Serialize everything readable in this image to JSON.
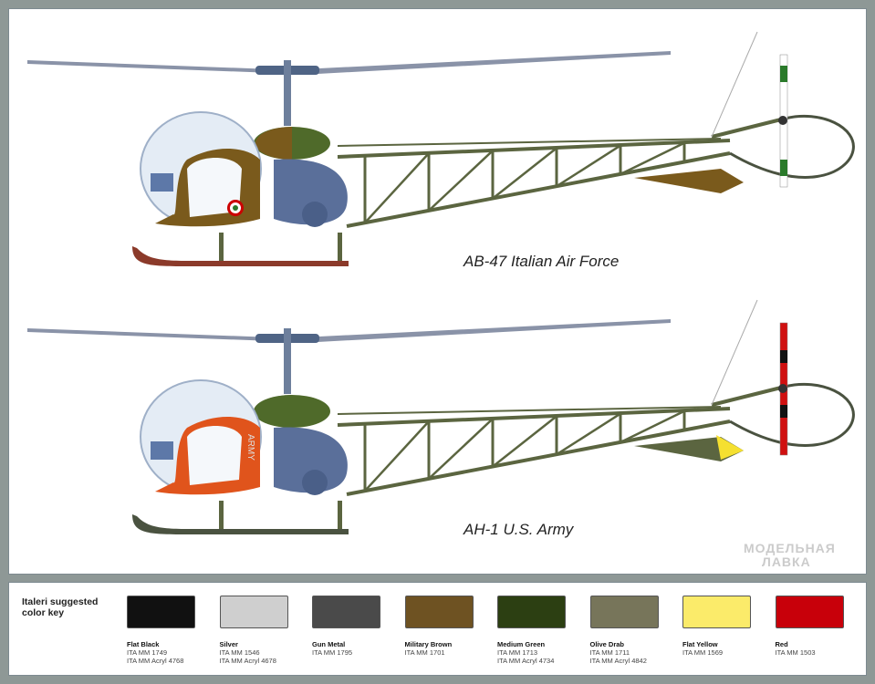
{
  "helicopters": [
    {
      "caption": "AB-47 Italian Air Force",
      "body": "#7a5a1c",
      "boom": "#5b6540",
      "tank_front": "#7a5a1c",
      "tank_rear": "#4f6a2a",
      "roundel": true
    },
    {
      "caption": "AH-1 U.S. Army",
      "body": "#e0541c",
      "boom": "#5b6540",
      "tank_front": "#4f6a2a",
      "tank_rear": "#4f6a2a",
      "roundel": false,
      "door_text": "ARMY"
    }
  ],
  "color_key": {
    "title": "Italeri suggested color key",
    "colors": [
      {
        "name": "Flat Black",
        "hex": "#111111",
        "codes": [
          "ITA MM 1749",
          "ITA MM Acryl 4768"
        ]
      },
      {
        "name": "Silver",
        "hex": "#cfcfcf",
        "codes": [
          "ITA MM 1546",
          "ITA MM Acryl 4678"
        ]
      },
      {
        "name": "Gun Metal",
        "hex": "#4a4a4a",
        "codes": [
          "ITA MM 1795"
        ]
      },
      {
        "name": "Military Brown",
        "hex": "#6e5222",
        "codes": [
          "ITA MM 1701"
        ]
      },
      {
        "name": "Medium Green",
        "hex": "#2c3f12",
        "codes": [
          "ITA MM 1713",
          "ITA MM Acryl 4734"
        ]
      },
      {
        "name": "Olive Drab",
        "hex": "#77755a",
        "codes": [
          "ITA MM 1711",
          "ITA MM Acryl 4842"
        ]
      },
      {
        "name": "Flat Yellow",
        "hex": "#fbeb6a",
        "codes": [
          "ITA MM 1569"
        ]
      },
      {
        "name": "Red",
        "hex": "#c8000a",
        "codes": [
          "ITA MM 1503"
        ]
      }
    ]
  },
  "watermark": [
    "МОДЕЛЬНАЯ",
    "ЛАВКА"
  ]
}
